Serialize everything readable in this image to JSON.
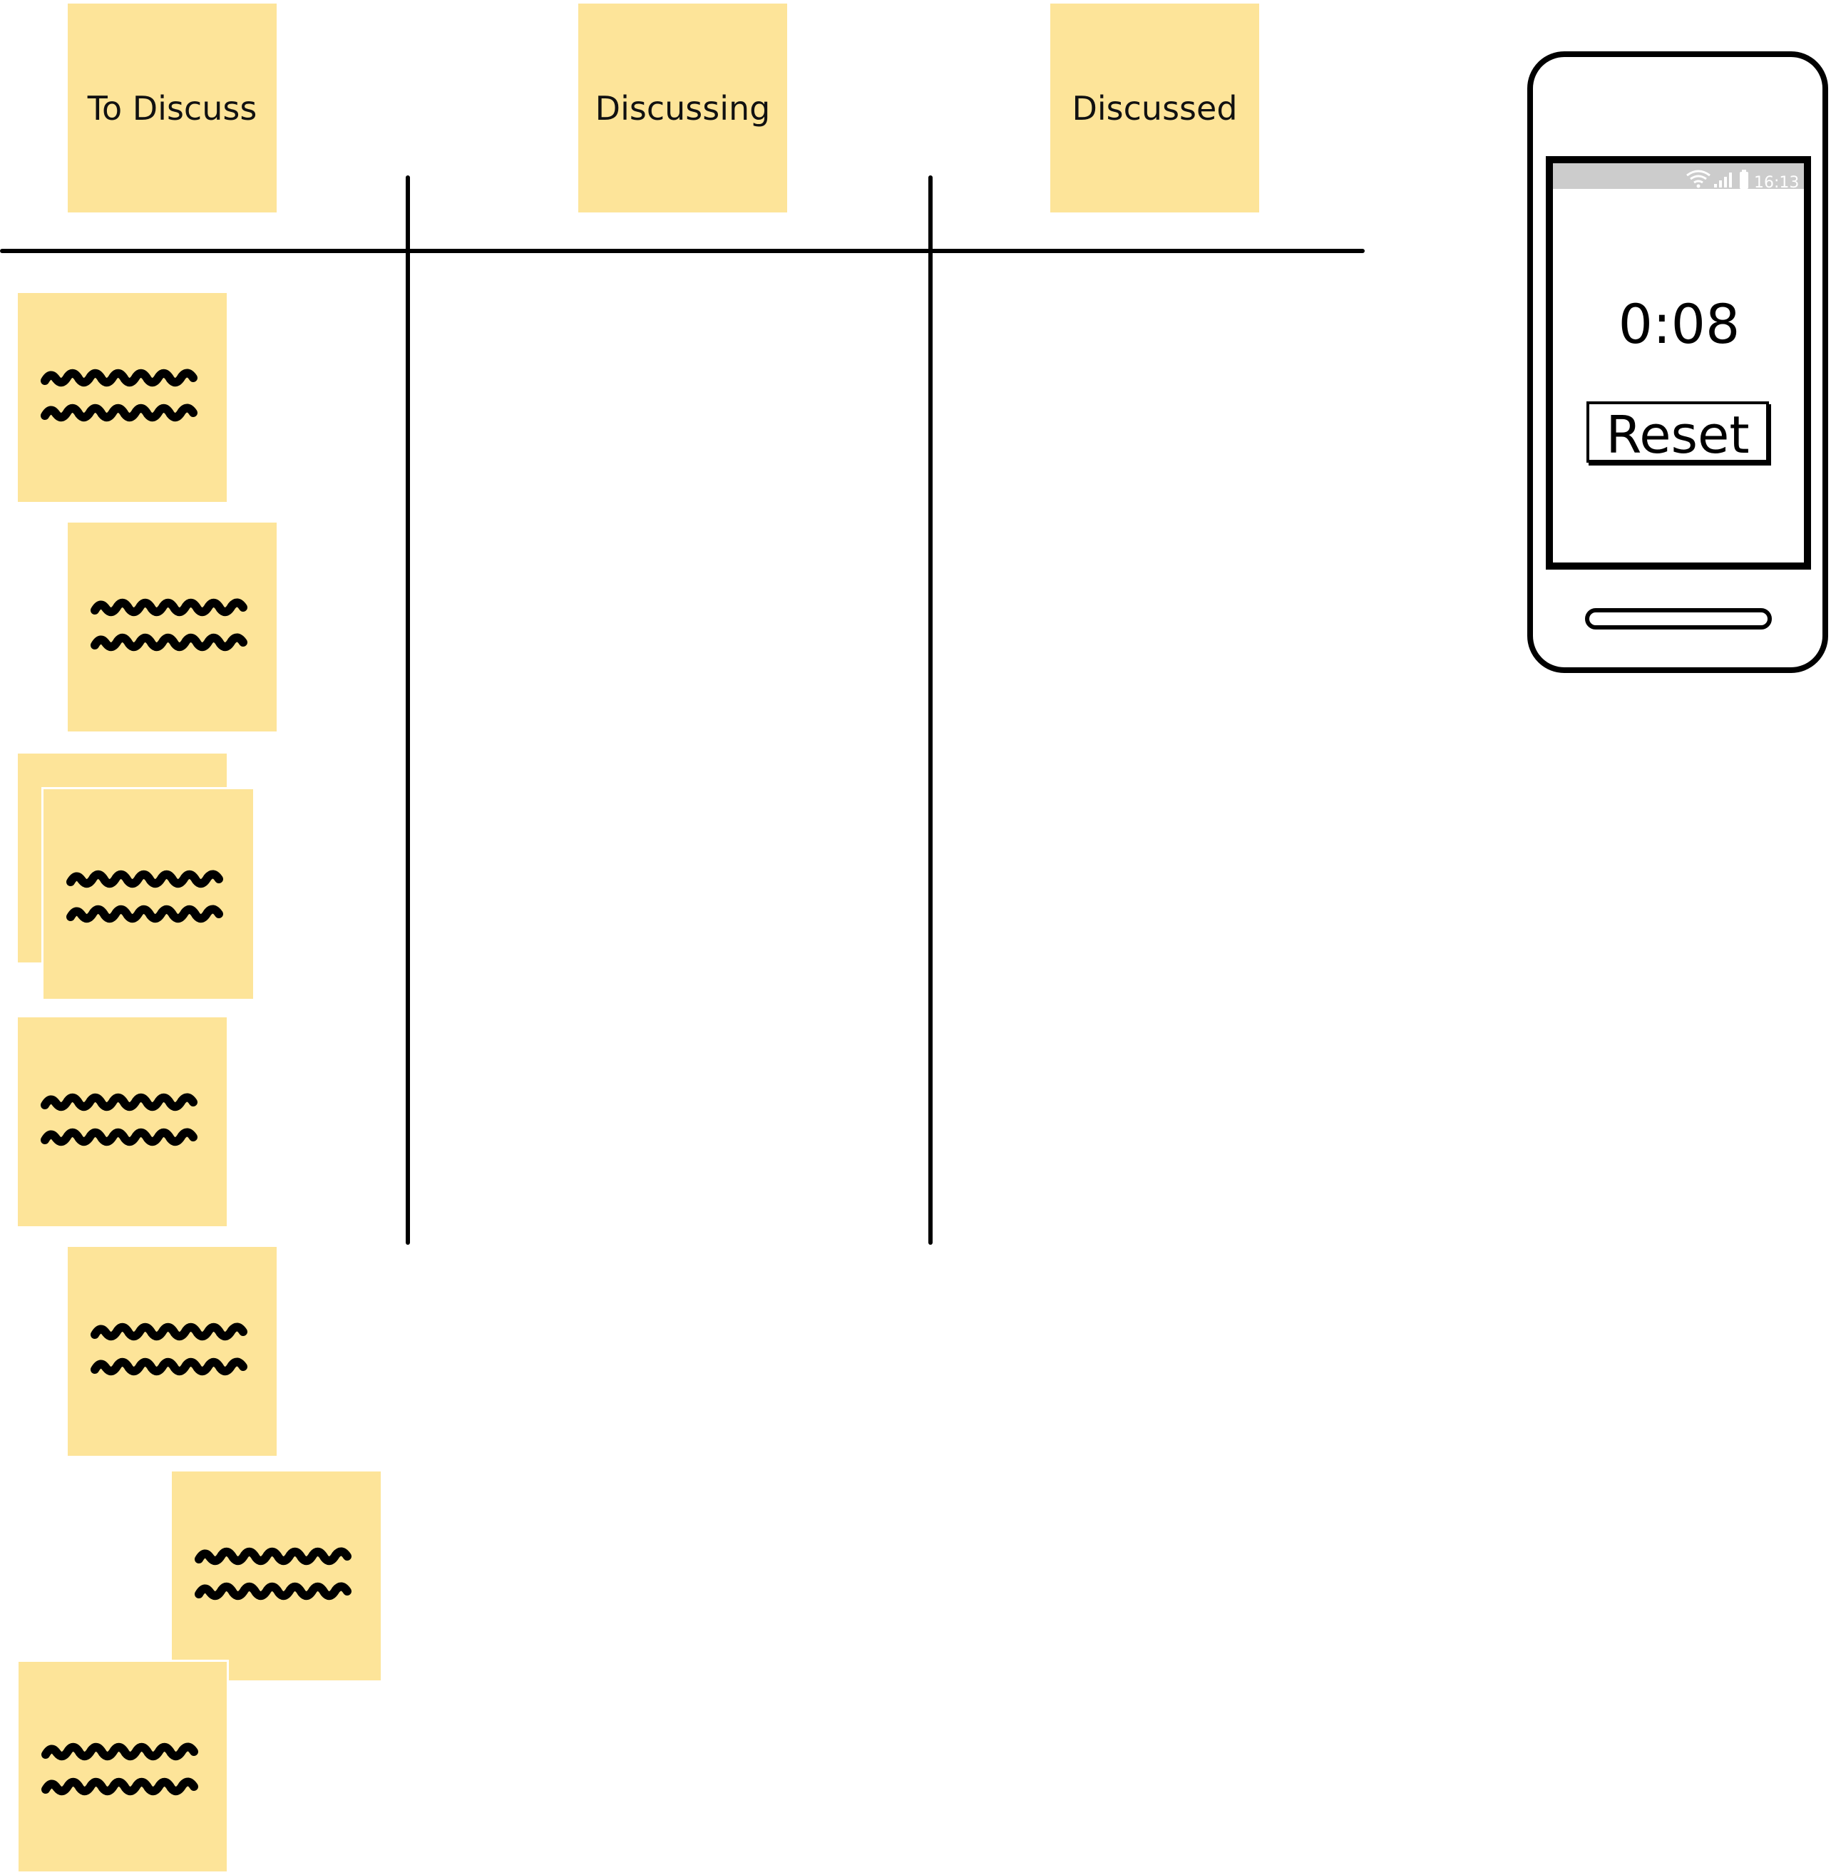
{
  "columns": [
    {
      "title": "To Discuss"
    },
    {
      "title": "Discussing"
    },
    {
      "title": "Discussed"
    }
  ],
  "cards": [
    {
      "content": "scribbled-text"
    },
    {
      "content": "scribbled-text"
    },
    {
      "content": "scribbled-text"
    },
    {
      "content": "scribbled-text"
    },
    {
      "content": "scribbled-text"
    },
    {
      "content": "scribbled-text"
    },
    {
      "content": "scribbled-text"
    }
  ],
  "phone": {
    "status_time": "16:13",
    "timer": "0:08",
    "reset_label": "Reset",
    "icons": [
      "wifi-icon",
      "signal-icon",
      "battery-icon"
    ]
  },
  "colors": {
    "sticky_note": "#fde499",
    "ink": "#000000",
    "status_bar": "#cccccc",
    "background": "#ffffff"
  }
}
